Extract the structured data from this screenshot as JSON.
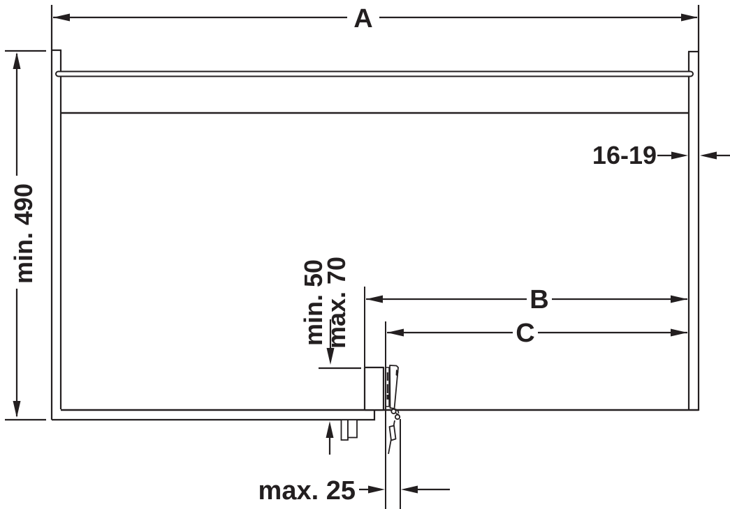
{
  "diagram": {
    "background": "#ffffff",
    "line_color": "#231f20",
    "labels": {
      "width": "A",
      "height": "min. 490",
      "side_panel_thickness": "16-19",
      "distance_b": "B",
      "distance_c": "C",
      "hinge_offset_min": "min. 50",
      "hinge_offset_max": "max. 70",
      "door_thickness": "max. 25"
    }
  }
}
